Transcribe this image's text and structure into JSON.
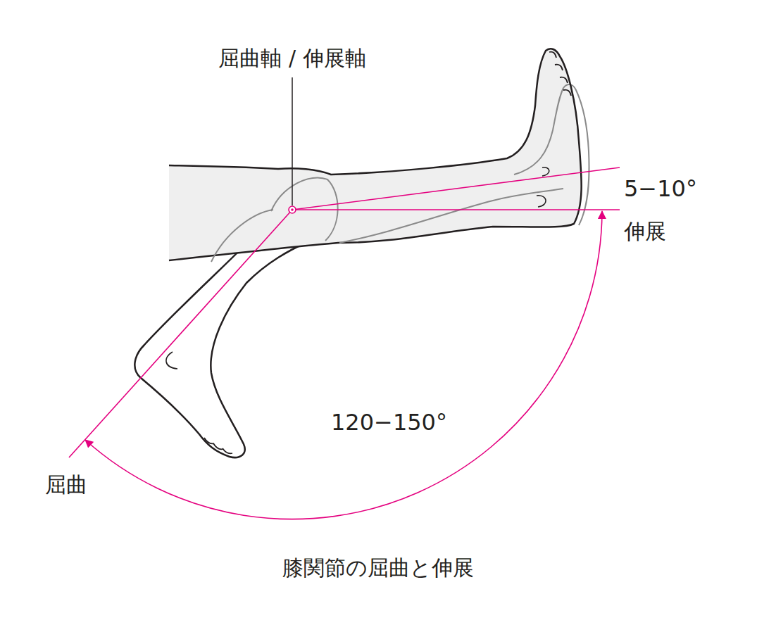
{
  "diagram": {
    "caption": "膝関節の屈曲と伸展",
    "labels": [
      "屈曲軸 / 伸展軸",
      "5−10°",
      "伸展",
      "120−150°",
      "屈曲"
    ]
  }
}
